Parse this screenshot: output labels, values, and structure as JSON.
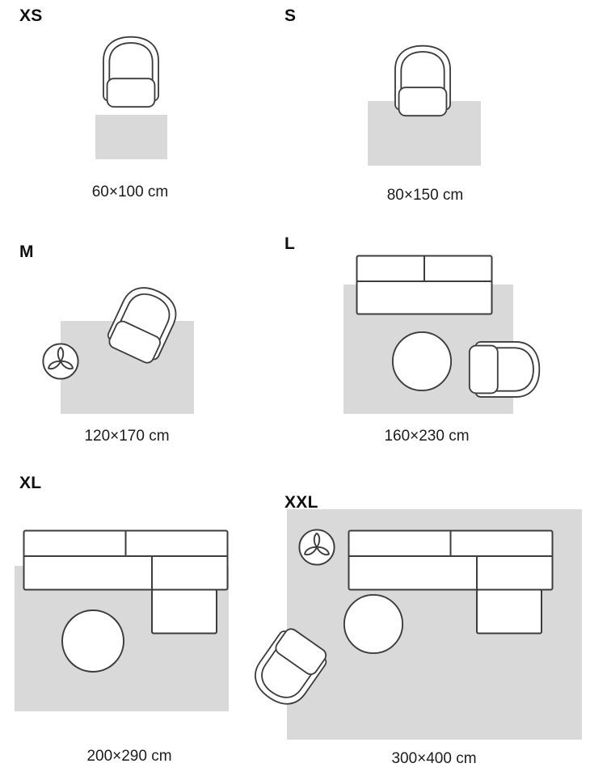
{
  "colors": {
    "rug_fill": "#d9d9d9",
    "furniture_outline": "#3d3d3d",
    "furniture_fill": "#ffffff",
    "text": "#141414"
  },
  "sizes": [
    {
      "id": "xs",
      "label": "XS",
      "dimensions": "60×100 cm"
    },
    {
      "id": "s",
      "label": "S",
      "dimensions": "80×150 cm"
    },
    {
      "id": "m",
      "label": "M",
      "dimensions": "120×170 cm"
    },
    {
      "id": "l",
      "label": "L",
      "dimensions": "160×230 cm"
    },
    {
      "id": "xl",
      "label": "XL",
      "dimensions": "200×290 cm"
    },
    {
      "id": "xxl",
      "label": "XXL",
      "dimensions": "300×400 cm"
    }
  ]
}
